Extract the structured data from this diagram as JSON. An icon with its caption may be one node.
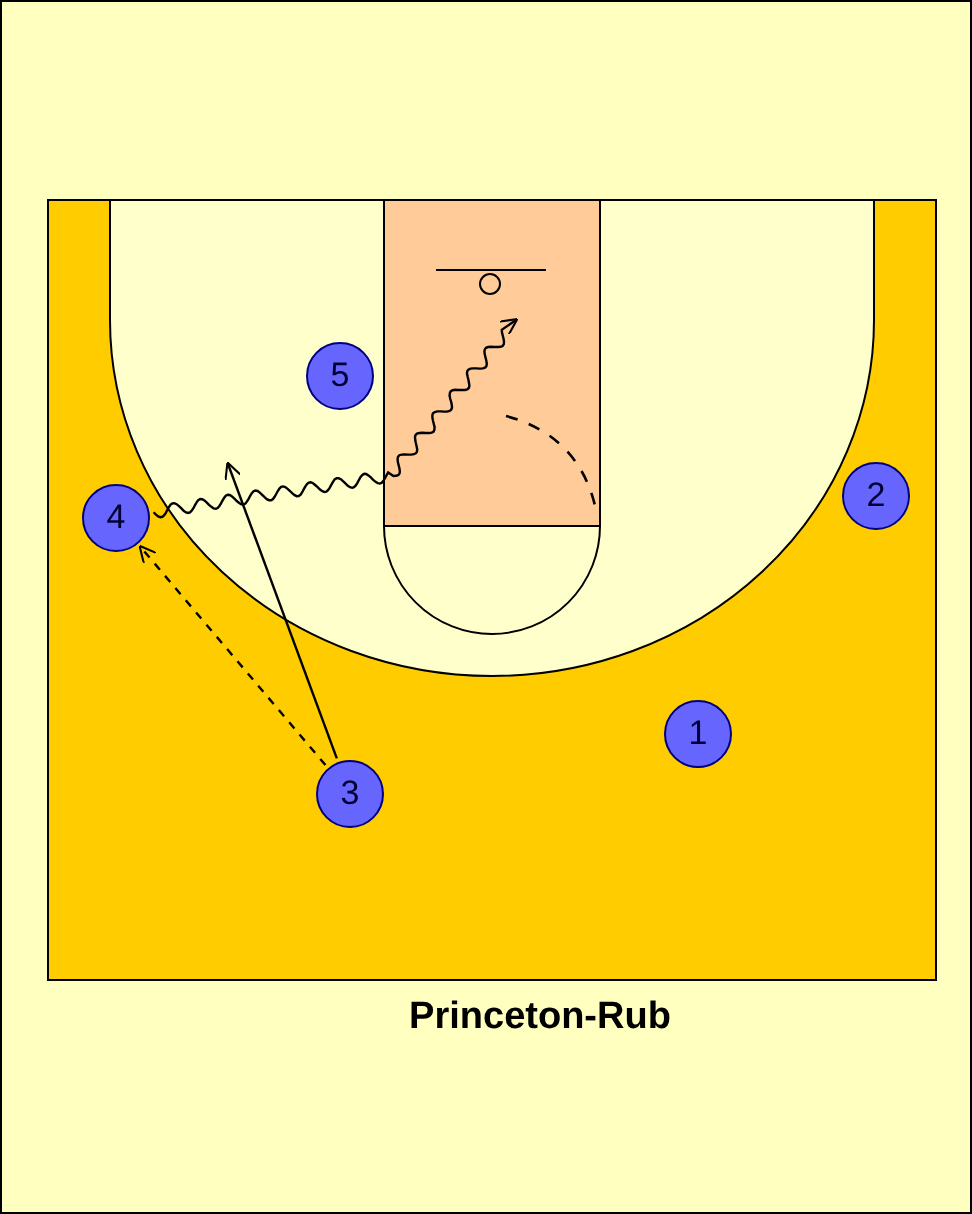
{
  "diagram": {
    "title": "Princeton-Rub",
    "nodes": [
      {
        "text": [
          "5"
        ]
      },
      {
        "text": [
          "4"
        ]
      },
      {
        "text": [
          "2"
        ]
      },
      {
        "text": [
          "1"
        ]
      },
      {
        "text": [
          "3"
        ]
      }
    ],
    "edges": [
      {
        "from": 4,
        "to": 1,
        "arrow": "to",
        "style": "dashed"
      },
      {
        "from": 4,
        "to": null,
        "arrow": "to"
      },
      {
        "from": 1,
        "to": null,
        "arrow": "to"
      }
    ]
  }
}
